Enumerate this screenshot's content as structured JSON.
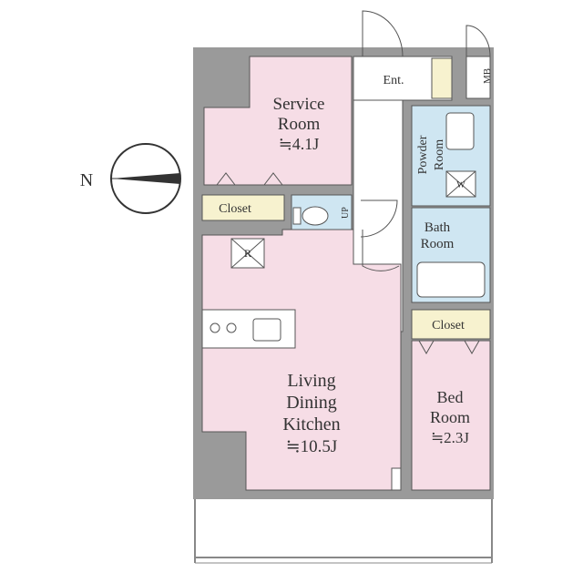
{
  "colors": {
    "wall": "#9a9a9a",
    "room_pink": "#f6dde6",
    "bath_blue": "#cfe6f2",
    "closet_yellow": "#f7f2cf",
    "line": "#555555",
    "balcony_line": "#888888"
  },
  "rooms": {
    "service_room": {
      "name_line1": "Service",
      "name_line2": "Room",
      "size": "≒4.1J"
    },
    "ldk": {
      "name_line1": "Living",
      "name_line2": "Dining",
      "name_line3": "Kitchen",
      "size": "≒10.5J"
    },
    "bed_room": {
      "name_line1": "Bed",
      "name_line2": "Room",
      "size": "≒2.3J"
    },
    "powder_room": {
      "name_line1": "Powder",
      "name_line2": "Room"
    },
    "bath_room": {
      "name_line1": "Bath",
      "name_line2": "Room"
    },
    "closet_left": {
      "name": "Closet"
    },
    "closet_right": {
      "name": "Closet"
    },
    "entrance": {
      "name": "Ent."
    },
    "meter_box": {
      "name": "MB"
    },
    "fridge": {
      "name": "R"
    },
    "washer": {
      "name": "W"
    },
    "toilet_shelf": {
      "name": "UP"
    }
  },
  "compass": {
    "north_label": "N",
    "icon": "compass-icon"
  }
}
